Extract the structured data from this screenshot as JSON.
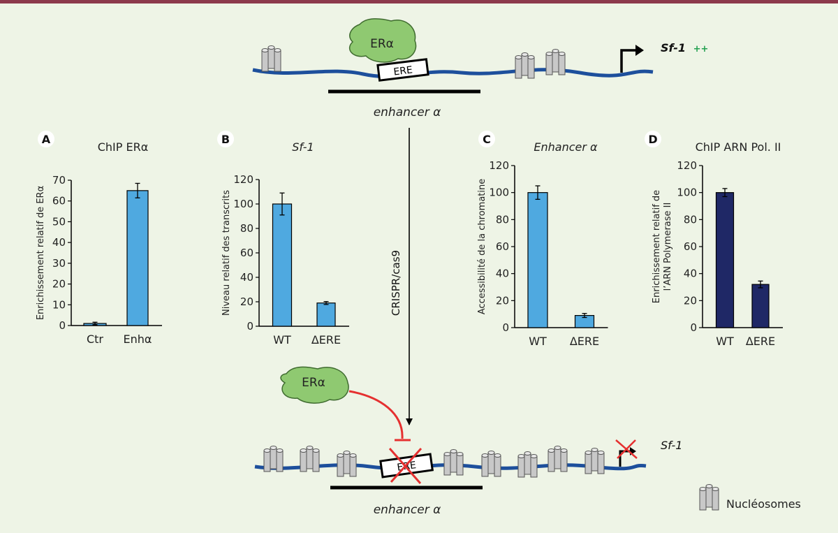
{
  "top": {
    "protein": "ERα",
    "element": "ERE",
    "gene": "Sf-1",
    "gene_mark": "++",
    "enhancer": "enhancer α"
  },
  "arrow_label": "CRISPR/cas9",
  "bottom": {
    "protein": "ERα",
    "element": "ERE",
    "gene": "Sf-1",
    "enhancer": "enhancer α"
  },
  "legend": {
    "label": "Nucléosomes",
    "icon": "nucleosome-icon"
  },
  "colors": {
    "bar_light": "#4fa9e0",
    "bar_dark": "#1f2866",
    "dna": "#1d4f9c",
    "protein": "#8fc971",
    "inhibit": "#e53030",
    "gene_mark": "#22a050"
  },
  "chart_data": [
    {
      "panel": "A",
      "type": "bar",
      "title": "ChIP ERα",
      "ylabel": "Enrichissement relatif de ERα",
      "categories": [
        "Ctr",
        "Enhα"
      ],
      "values": [
        1,
        65
      ],
      "errors": [
        0.6,
        3.5
      ],
      "ylim": [
        0,
        70
      ],
      "yticks": [
        0,
        10,
        20,
        30,
        40,
        50,
        60,
        70
      ],
      "color": "#4fa9e0"
    },
    {
      "panel": "B",
      "type": "bar",
      "title": "Sf-1",
      "ylabel": "Niveau relatif des transcrits",
      "categories": [
        "WT",
        "ΔERE"
      ],
      "values": [
        100,
        19
      ],
      "errors": [
        9,
        1.2
      ],
      "ylim": [
        0,
        120
      ],
      "yticks": [
        0,
        20,
        40,
        60,
        80,
        100,
        120
      ],
      "color": "#4fa9e0"
    },
    {
      "panel": "C",
      "type": "bar",
      "title": "Enhancer α",
      "ylabel": "Accessibilité de la chromatine",
      "categories": [
        "WT",
        "ΔERE"
      ],
      "values": [
        100,
        9
      ],
      "errors": [
        5,
        1.5
      ],
      "ylim": [
        0,
        120
      ],
      "yticks": [
        0,
        20,
        40,
        60,
        80,
        100,
        120
      ],
      "color": "#4fa9e0"
    },
    {
      "panel": "D",
      "type": "bar",
      "title": "ChIP ARN Pol. II",
      "ylabel": [
        "Enrichissement relatif de",
        "l’ARN Polymerase II"
      ],
      "categories": [
        "WT",
        "ΔERE"
      ],
      "values": [
        100,
        32
      ],
      "errors": [
        3,
        2.5
      ],
      "ylim": [
        0,
        120
      ],
      "yticks": [
        0,
        20,
        40,
        60,
        80,
        100,
        120
      ],
      "color": "#1f2866"
    }
  ]
}
